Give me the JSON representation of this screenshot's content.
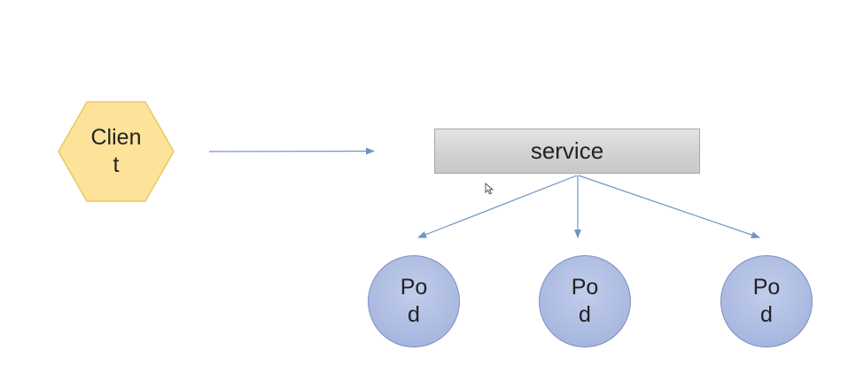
{
  "client": {
    "label_line1": "Clien",
    "label_line2": "t"
  },
  "service": {
    "label": "service"
  },
  "pods": [
    {
      "line1": "Po",
      "line2": "d"
    },
    {
      "line1": "Po",
      "line2": "d"
    },
    {
      "line1": "Po",
      "line2": "d"
    }
  ],
  "colors": {
    "client_fill": "#fde39a",
    "client_border": "#e9c66a",
    "service_fill": "#d3d3d3",
    "pod_fill": "#aab9e0",
    "arrow": "#6f94c4"
  },
  "edges": [
    {
      "from": "client",
      "to": "service"
    },
    {
      "from": "service",
      "to": "pod-1"
    },
    {
      "from": "service",
      "to": "pod-2"
    },
    {
      "from": "service",
      "to": "pod-3"
    }
  ]
}
